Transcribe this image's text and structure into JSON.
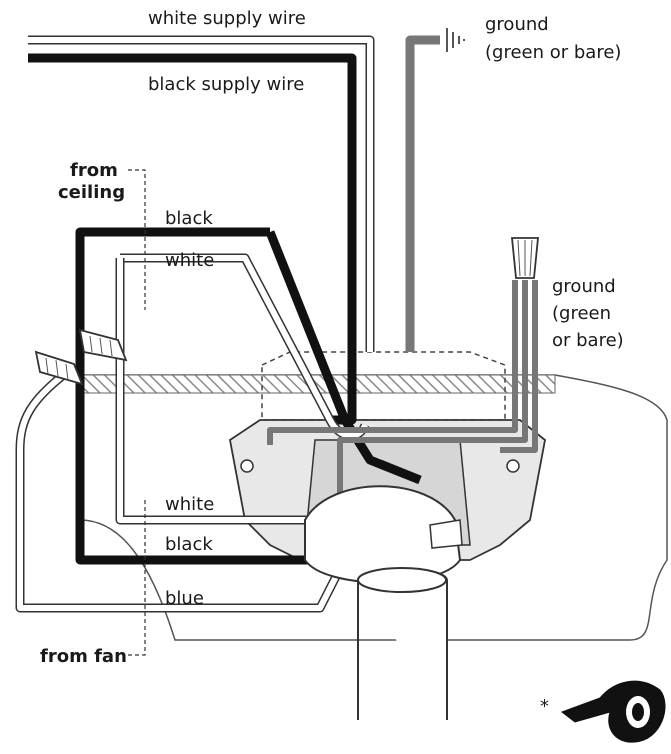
{
  "labels": {
    "white_supply": "white supply wire",
    "black_supply": "black supply wire",
    "ground_top_1": "ground",
    "ground_top_2": "(green or bare)",
    "from_ceiling_1": "from",
    "from_ceiling_2": "ceiling",
    "black_upper": "black",
    "white_upper": "white",
    "ground_right_1": "ground",
    "ground_right_2": "(green",
    "ground_right_3": "or bare)",
    "white_lower": "white",
    "black_lower": "black",
    "blue": "blue",
    "from_fan": "from fan",
    "asterisk": "*"
  },
  "colors": {
    "black_wire": "#111111",
    "white_wire": "#ffffff",
    "ground_wire": "#7a7a7a",
    "outline": "#333333",
    "box_fill": "#f2f2f2",
    "hatch": "#888888"
  },
  "icons": {
    "ground_symbol": "ground-symbol-icon",
    "logo": "swirl-logo-icon"
  }
}
